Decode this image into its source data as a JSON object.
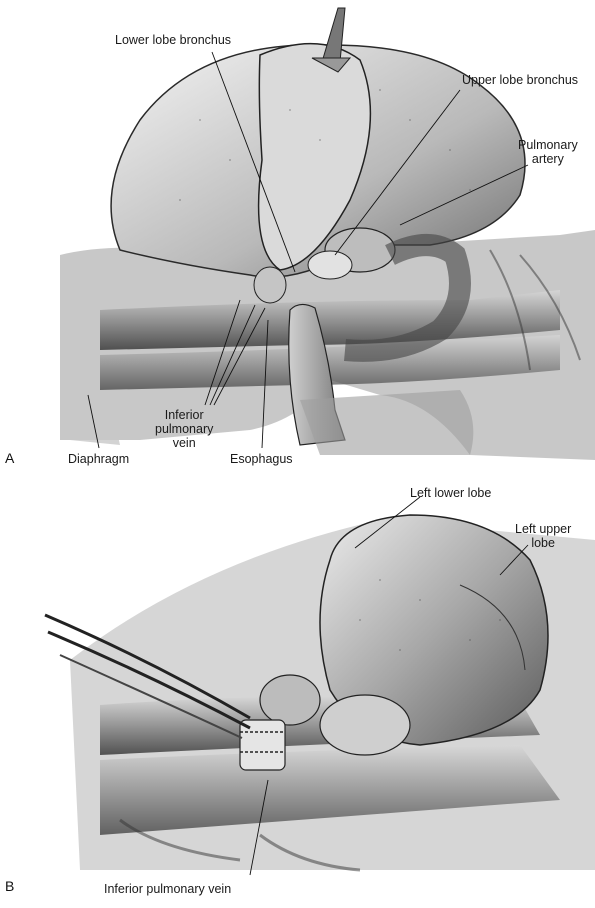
{
  "panel_a": {
    "letter": "A",
    "labels": {
      "lower_lobe_bronchus": "Lower lobe bronchus",
      "upper_lobe_bronchus": "Upper lobe bronchus",
      "pulmonary_artery": "Pulmonary\nartery",
      "diaphragm": "Diaphragm",
      "inferior_pulmonary_vein": "Inferior\npulmonary\nvein",
      "esophagus": "Esophagus"
    }
  },
  "panel_b": {
    "letter": "B",
    "labels": {
      "left_lower_lobe": "Left lower lobe",
      "left_upper_lobe": "Left upper\nlobe",
      "inferior_pulmonary_vein": "Inferior pulmonary vein"
    }
  }
}
